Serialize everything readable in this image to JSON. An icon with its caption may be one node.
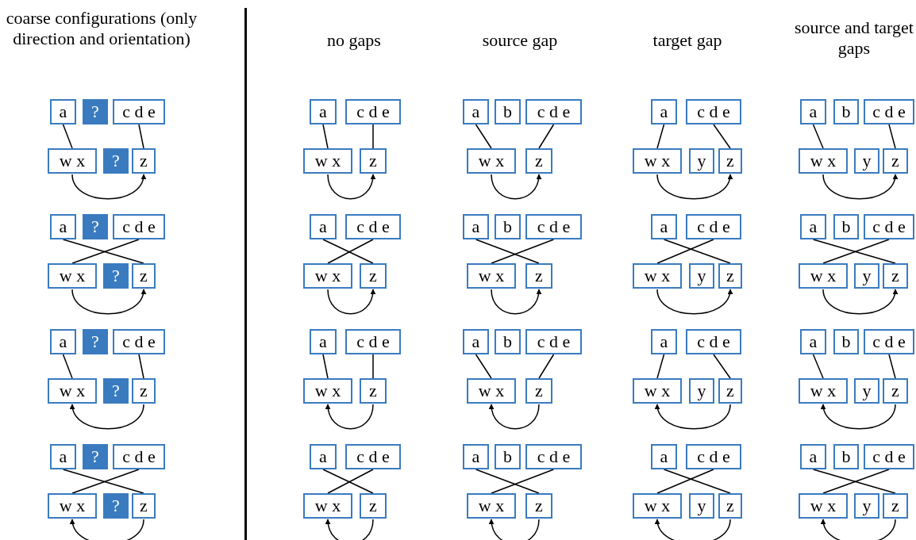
{
  "diagram": {
    "nodes": [
      {
        "text": [
          "a"
        ]
      },
      {
        "text": [
          "?"
        ]
      },
      {
        "text": [
          "c d e"
        ]
      },
      {
        "text": [
          "w x"
        ]
      },
      {
        "text": [
          "?"
        ]
      },
      {
        "text": [
          "z"
        ]
      },
      {
        "text": [
          "a"
        ]
      },
      {
        "text": [
          "c d e"
        ]
      },
      {
        "text": [
          "w x"
        ]
      },
      {
        "text": [
          "z"
        ]
      },
      {
        "text": [
          "a"
        ]
      },
      {
        "text": [
          "b"
        ]
      },
      {
        "text": [
          "c d e"
        ]
      },
      {
        "text": [
          "w x"
        ]
      },
      {
        "text": [
          "z"
        ]
      },
      {
        "text": [
          "a"
        ]
      },
      {
        "text": [
          "c d e"
        ]
      },
      {
        "text": [
          "w x"
        ]
      },
      {
        "text": [
          "y"
        ]
      },
      {
        "text": [
          "z"
        ]
      },
      {
        "text": [
          "a"
        ]
      },
      {
        "text": [
          "b"
        ]
      },
      {
        "text": [
          "c d e"
        ]
      },
      {
        "text": [
          "w x"
        ]
      },
      {
        "text": [
          "y"
        ]
      },
      {
        "text": [
          "z"
        ]
      },
      {
        "text": [
          "a"
        ]
      },
      {
        "text": [
          "?"
        ]
      },
      {
        "text": [
          "c d e"
        ]
      },
      {
        "text": [
          "w x"
        ]
      },
      {
        "text": [
          "?"
        ]
      },
      {
        "text": [
          "z"
        ]
      },
      {
        "text": [
          "a"
        ]
      },
      {
        "text": [
          "c d e"
        ]
      },
      {
        "text": [
          "w x"
        ]
      },
      {
        "text": [
          "z"
        ]
      },
      {
        "text": [
          "a"
        ]
      },
      {
        "text": [
          "b"
        ]
      },
      {
        "text": [
          "c d e"
        ]
      },
      {
        "text": [
          "w x"
        ]
      },
      {
        "text": [
          "z"
        ]
      },
      {
        "text": [
          "a"
        ]
      },
      {
        "text": [
          "c d e"
        ]
      },
      {
        "text": [
          "w x"
        ]
      },
      {
        "text": [
          "y"
        ]
      },
      {
        "text": [
          "z"
        ]
      },
      {
        "text": [
          "a"
        ]
      },
      {
        "text": [
          "b"
        ]
      },
      {
        "text": [
          "c d e"
        ]
      },
      {
        "text": [
          "w x"
        ]
      },
      {
        "text": [
          "y"
        ]
      },
      {
        "text": [
          "z"
        ]
      },
      {
        "text": [
          "a"
        ]
      },
      {
        "text": [
          "?"
        ]
      },
      {
        "text": [
          "c d e"
        ]
      },
      {
        "text": [
          "w x"
        ]
      },
      {
        "text": [
          "?"
        ]
      },
      {
        "text": [
          "z"
        ]
      },
      {
        "text": [
          "a"
        ]
      },
      {
        "text": [
          "c d e"
        ]
      },
      {
        "text": [
          "w x"
        ]
      },
      {
        "text": [
          "z"
        ]
      },
      {
        "text": [
          "a"
        ]
      },
      {
        "text": [
          "b"
        ]
      },
      {
        "text": [
          "c d e"
        ]
      },
      {
        "text": [
          "w x"
        ]
      },
      {
        "text": [
          "z"
        ]
      },
      {
        "text": [
          "a"
        ]
      },
      {
        "text": [
          "c d e"
        ]
      },
      {
        "text": [
          "w x"
        ]
      },
      {
        "text": [
          "y"
        ]
      },
      {
        "text": [
          "z"
        ]
      },
      {
        "text": [
          "a"
        ]
      },
      {
        "text": [
          "b"
        ]
      },
      {
        "text": [
          "c d e"
        ]
      },
      {
        "text": [
          "w x"
        ]
      },
      {
        "text": [
          "y"
        ]
      },
      {
        "text": [
          "z"
        ]
      },
      {
        "text": [
          "a"
        ]
      },
      {
        "text": [
          "?"
        ]
      },
      {
        "text": [
          "c d e"
        ]
      },
      {
        "text": [
          "w x"
        ]
      },
      {
        "text": [
          "?"
        ]
      },
      {
        "text": [
          "z"
        ]
      },
      {
        "text": [
          "a"
        ]
      },
      {
        "text": [
          "c d e"
        ]
      },
      {
        "text": [
          "w x"
        ]
      },
      {
        "text": [
          "z"
        ]
      },
      {
        "text": [
          "a"
        ]
      },
      {
        "text": [
          "b"
        ]
      },
      {
        "text": [
          "c d e"
        ]
      },
      {
        "text": [
          "w x"
        ]
      },
      {
        "text": [
          "z"
        ]
      },
      {
        "text": [
          "a"
        ]
      },
      {
        "text": [
          "c d e"
        ]
      },
      {
        "text": [
          "w x"
        ]
      },
      {
        "text": [
          "y"
        ]
      },
      {
        "text": [
          "z"
        ]
      },
      {
        "text": [
          "a"
        ]
      },
      {
        "text": [
          "b"
        ]
      },
      {
        "text": [
          "c d e"
        ]
      },
      {
        "text": [
          "w x"
        ]
      },
      {
        "text": [
          "y"
        ]
      },
      {
        "text": [
          "z"
        ]
      }
    ],
    "edges": [
      {
        "from": 0,
        "to": 3,
        "arrow": "none"
      },
      {
        "from": 2,
        "to": 5,
        "arrow": "none"
      },
      {
        "from": 3,
        "to": 5,
        "arrow": "to"
      },
      {
        "from": 6,
        "to": 8,
        "arrow": "none"
      },
      {
        "from": 7,
        "to": 9,
        "arrow": "none"
      },
      {
        "from": 8,
        "to": 9,
        "arrow": "to"
      },
      {
        "from": 10,
        "to": 13,
        "arrow": "none"
      },
      {
        "from": 12,
        "to": 14,
        "arrow": "none"
      },
      {
        "from": 13,
        "to": 14,
        "arrow": "to"
      },
      {
        "from": 15,
        "to": 17,
        "arrow": "none"
      },
      {
        "from": 16,
        "to": 19,
        "arrow": "none"
      },
      {
        "from": 17,
        "to": 19,
        "arrow": "to"
      },
      {
        "from": 20,
        "to": 23,
        "arrow": "none"
      },
      {
        "from": 22,
        "to": 25,
        "arrow": "none"
      },
      {
        "from": 23,
        "to": 25,
        "arrow": "to"
      },
      {
        "from": 26,
        "to": 31,
        "arrow": "none"
      },
      {
        "from": 28,
        "to": 29,
        "arrow": "none"
      },
      {
        "from": 29,
        "to": 31,
        "arrow": "to"
      },
      {
        "from": 32,
        "to": 35,
        "arrow": "none"
      },
      {
        "from": 33,
        "to": 34,
        "arrow": "none"
      },
      {
        "from": 34,
        "to": 35,
        "arrow": "to"
      },
      {
        "from": 36,
        "to": 40,
        "arrow": "none"
      },
      {
        "from": 38,
        "to": 39,
        "arrow": "none"
      },
      {
        "from": 39,
        "to": 40,
        "arrow": "to"
      },
      {
        "from": 41,
        "to": 45,
        "arrow": "none"
      },
      {
        "from": 42,
        "to": 43,
        "arrow": "none"
      },
      {
        "from": 43,
        "to": 45,
        "arrow": "to"
      },
      {
        "from": 46,
        "to": 51,
        "arrow": "none"
      },
      {
        "from": 48,
        "to": 49,
        "arrow": "none"
      },
      {
        "from": 49,
        "to": 51,
        "arrow": "to"
      },
      {
        "from": 52,
        "to": 55,
        "arrow": "none"
      },
      {
        "from": 54,
        "to": 57,
        "arrow": "none"
      },
      {
        "from": 57,
        "to": 55,
        "arrow": "to"
      },
      {
        "from": 58,
        "to": 60,
        "arrow": "none"
      },
      {
        "from": 59,
        "to": 61,
        "arrow": "none"
      },
      {
        "from": 61,
        "to": 60,
        "arrow": "to"
      },
      {
        "from": 62,
        "to": 65,
        "arrow": "none"
      },
      {
        "from": 64,
        "to": 66,
        "arrow": "none"
      },
      {
        "from": 66,
        "to": 65,
        "arrow": "to"
      },
      {
        "from": 67,
        "to": 69,
        "arrow": "none"
      },
      {
        "from": 68,
        "to": 71,
        "arrow": "none"
      },
      {
        "from": 71,
        "to": 69,
        "arrow": "to"
      },
      {
        "from": 72,
        "to": 75,
        "arrow": "none"
      },
      {
        "from": 74,
        "to": 77,
        "arrow": "none"
      },
      {
        "from": 77,
        "to": 75,
        "arrow": "to"
      },
      {
        "from": 78,
        "to": 83,
        "arrow": "none"
      },
      {
        "from": 80,
        "to": 81,
        "arrow": "none"
      },
      {
        "from": 83,
        "to": 81,
        "arrow": "to"
      },
      {
        "from": 84,
        "to": 87,
        "arrow": "none"
      },
      {
        "from": 85,
        "to": 86,
        "arrow": "none"
      },
      {
        "from": 87,
        "to": 86,
        "arrow": "to"
      },
      {
        "from": 88,
        "to": 92,
        "arrow": "none"
      },
      {
        "from": 90,
        "to": 91,
        "arrow": "none"
      },
      {
        "from": 92,
        "to": 91,
        "arrow": "to"
      },
      {
        "from": 93,
        "to": 97,
        "arrow": "none"
      },
      {
        "from": 94,
        "to": 95,
        "arrow": "none"
      },
      {
        "from": 97,
        "to": 95,
        "arrow": "to"
      },
      {
        "from": 98,
        "to": 103,
        "arrow": "none"
      },
      {
        "from": 100,
        "to": 101,
        "arrow": "none"
      },
      {
        "from": 103,
        "to": 101,
        "arrow": "to"
      }
    ],
    "labels": [
      "coarse configurations (only direction and orientation)",
      "no gaps",
      "source gap",
      "target gap",
      "source and target gaps"
    ]
  }
}
